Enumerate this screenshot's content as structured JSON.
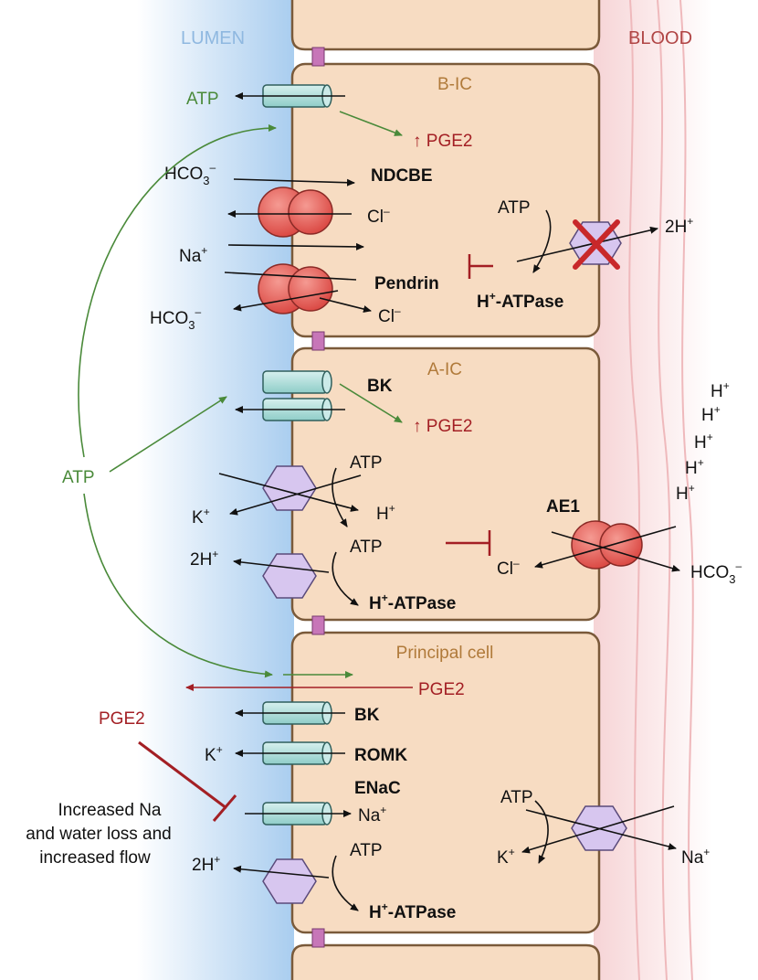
{
  "zones": {
    "lumen": "LUMEN",
    "blood": "BLOOD"
  },
  "cells": {
    "bic": "B-IC",
    "aic": "A-IC",
    "principal": "Principal cell"
  },
  "labels": {
    "atp": "ATP",
    "pge2": "PGE2",
    "up_pge2": "↑ PGE2",
    "ndcbe": "NDCBE",
    "pendrin": "Pendrin",
    "bk": "BK",
    "romk": "ROMK",
    "enac": "ENaC",
    "ae1": "AE1",
    "h_atpase": "-ATPase",
    "h": "H",
    "hplus": "H+",
    "two_h": "2H",
    "k": "K",
    "na": "Na",
    "cl": "Cl",
    "hco": "HCO",
    "sub3": "3",
    "plus": "+",
    "minus": "–",
    "outcome_line1": "Increased Na",
    "outcome_line2": "and water loss and",
    "outcome_line3": "increased flow"
  },
  "colors": {
    "cell_fill": "#f7dcc2",
    "cell_border": "#7a5a3a",
    "channel": "#a9dcd8",
    "exchanger": "#e8605a",
    "pump": "#d7c6ef",
    "signal_green": "#4a8a3a",
    "signal_red": "#a31f24",
    "lumen_blue": "#c5def5",
    "blood_red": "#f3c9cb",
    "tight_junction": "#c776b8"
  }
}
